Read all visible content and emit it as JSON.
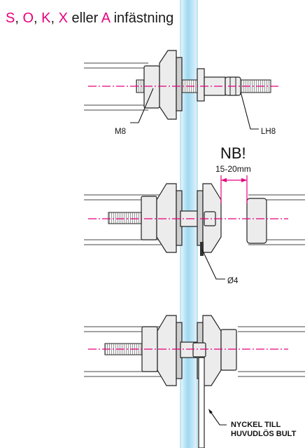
{
  "title": {
    "codes": [
      "S",
      "O",
      "K",
      "X",
      "A"
    ],
    "separator": ", ",
    "connector": "eller",
    "suffix": "infästning"
  },
  "labels": {
    "m8": "M8",
    "lh8": "LH8",
    "nb": "NB!",
    "gap": "15-20mm",
    "hole": "Ø4",
    "wrench_line1": "NYCKEL TILL",
    "wrench_line2": "HUVUDLÖS BULT"
  },
  "colors": {
    "accent": "#e6007e",
    "glass": "#bfe6f5",
    "glass_edge": "#7fcbe8",
    "line": "#222222"
  }
}
